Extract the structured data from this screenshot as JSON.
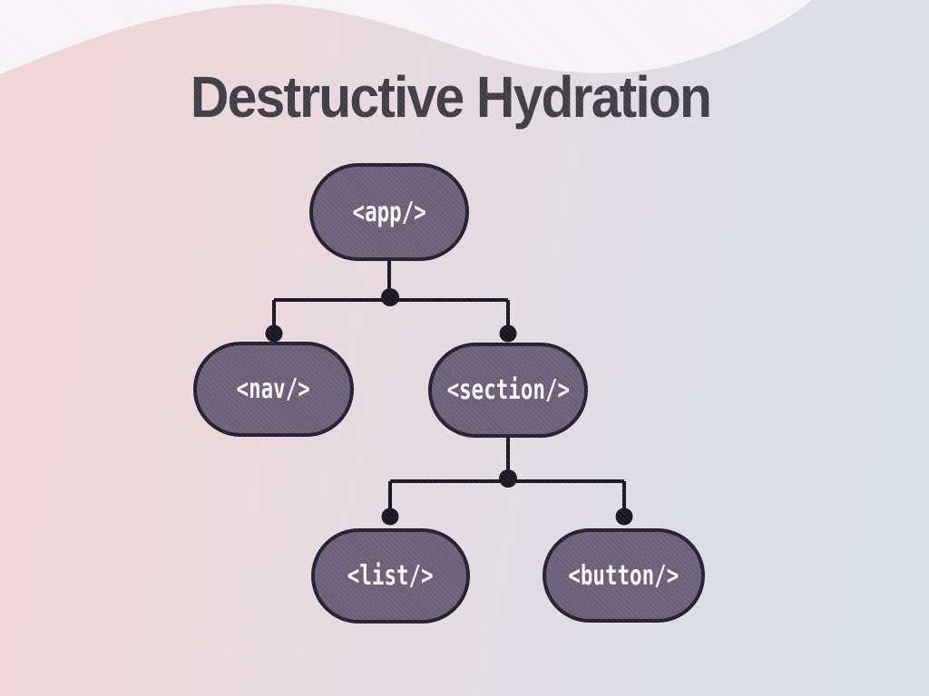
{
  "title": "Destructive Hydration",
  "colors": {
    "background_gradient_left": "#f0d5d8",
    "background_gradient_right": "#d3dee5",
    "top_wave_fill": "#f5f3f5",
    "node_fill": "#6c6078",
    "node_border": "#232031",
    "connector": "#1b1722",
    "node_text": "#f7f3f7",
    "title_text": "#403e44"
  },
  "diagram": {
    "type": "tree",
    "nodes": [
      {
        "id": "app",
        "label": "<app/>",
        "parent": null,
        "level": 0
      },
      {
        "id": "nav",
        "label": "<nav/>",
        "parent": "app",
        "level": 1
      },
      {
        "id": "section",
        "label": "<section/>",
        "parent": "app",
        "level": 1
      },
      {
        "id": "list",
        "label": "<list/>",
        "parent": "section",
        "level": 2
      },
      {
        "id": "button",
        "label": "<button/>",
        "parent": "section",
        "level": 2
      }
    ]
  }
}
